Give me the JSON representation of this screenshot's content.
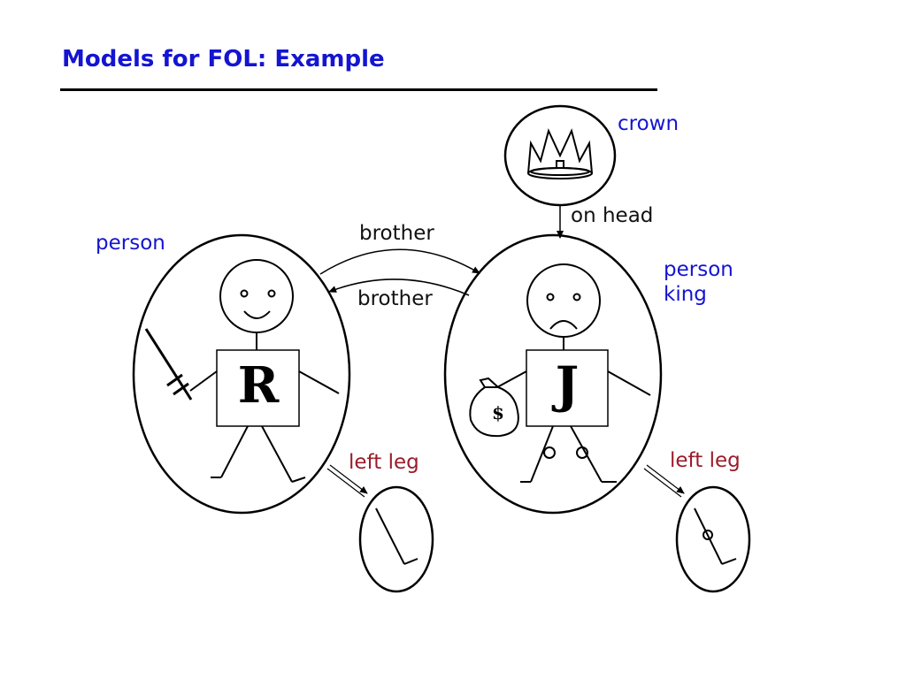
{
  "slide": {
    "title": "Models for FOL: Example"
  },
  "diagram": {
    "crown_label": "crown",
    "on_head_label": "on head",
    "brother_top_label": "brother",
    "brother_bottom_label": "brother",
    "left_person_label": "person",
    "right_person_label_1": "person",
    "right_person_label_2": "king",
    "left_leg_label_left": "left leg",
    "left_leg_label_right": "left leg",
    "left_figure_letter": "R",
    "right_figure_letter": "J",
    "money_bag_symbol": "$"
  },
  "colors": {
    "title_blue": "#1414d2",
    "label_blue": "#1414d2",
    "label_red": "#9b1c2a",
    "ink": "#000000"
  }
}
